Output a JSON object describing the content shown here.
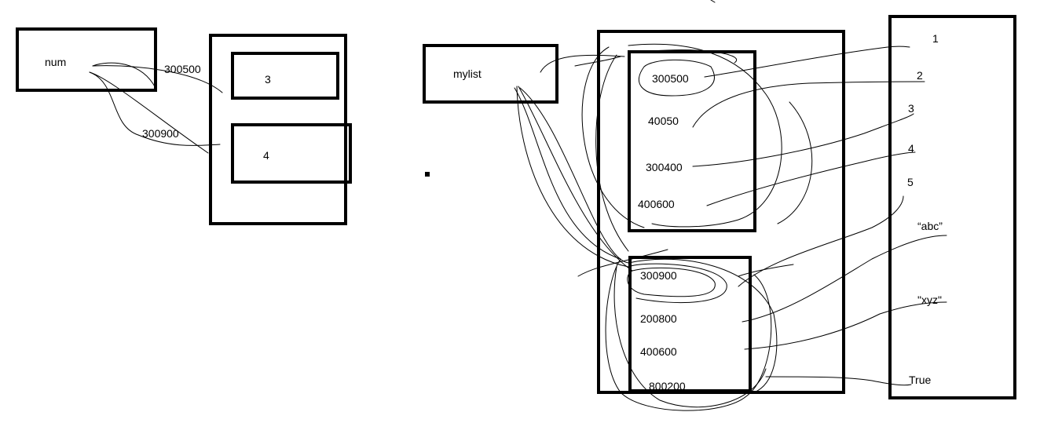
{
  "num_label": "num",
  "num_addresses": [
    "300500",
    "300900"
  ],
  "num_values": [
    "3",
    "4"
  ],
  "mylist_label": "mylist",
  "mylist_block_1": [
    "300500",
    "40050",
    "300400",
    "400600"
  ],
  "mylist_block_2": [
    "300900",
    "200800",
    "400600",
    "800200"
  ],
  "objects": [
    "1",
    "2",
    "3",
    "4",
    "5",
    "“abc”",
    "\"xyz\"",
    "True"
  ]
}
